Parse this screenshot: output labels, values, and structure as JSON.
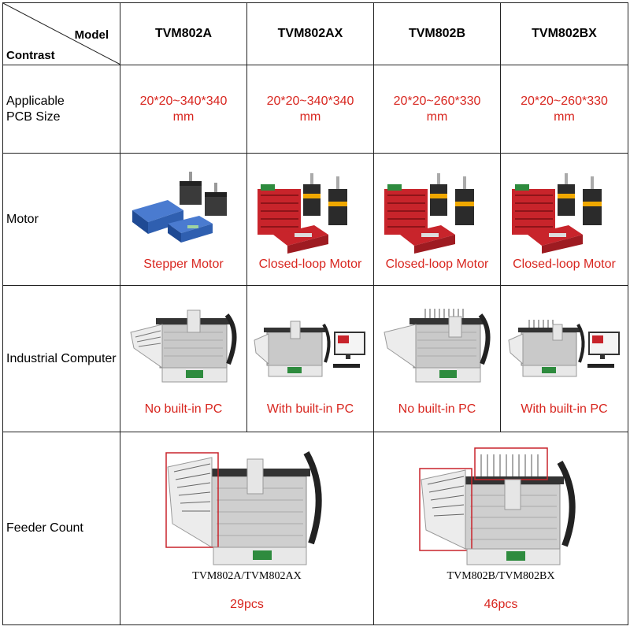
{
  "header": {
    "corner_top": "Model",
    "corner_bottom": "Contrast",
    "models": [
      "TVM802A",
      "TVM802AX",
      "TVM802B",
      "TVM802BX"
    ]
  },
  "rows": {
    "pcb": {
      "label": "Applicable PCB Size",
      "values": [
        "20*20~340*340 mm",
        "20*20~340*340 mm",
        "20*20~260*330 mm",
        "20*20~260*330 mm"
      ]
    },
    "motor": {
      "label": "Motor",
      "values": [
        "Stepper Motor",
        "Closed-loop Motor",
        "Closed-loop Motor",
        "Closed-loop Motor"
      ]
    },
    "computer": {
      "label": "Industrial Computer",
      "values": [
        "No built-in PC",
        "With built-in PC",
        "No built-in PC",
        "With built-in PC"
      ]
    },
    "feeder": {
      "label": "Feeder Count",
      "groups": [
        {
          "caption": "TVM802A/TVM802AX",
          "count": "29pcs"
        },
        {
          "caption": "TVM802B/TVM802BX",
          "count": "46pcs"
        }
      ]
    }
  },
  "colors": {
    "value_text": "#d8261f",
    "stepper_driver": "#2f5fb0",
    "closed_loop_driver": "#c8242b"
  }
}
